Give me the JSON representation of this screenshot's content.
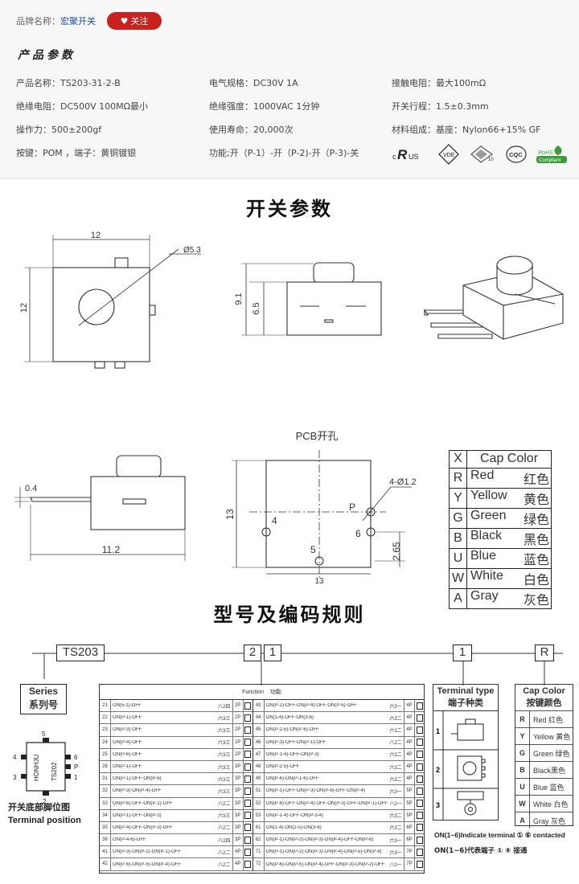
{
  "header": {
    "brand_label": "品牌名称：",
    "brand_name": "宏聚开关",
    "follow_label": "关注",
    "params_title": "产品参数"
  },
  "params": [
    {
      "key": "model",
      "text": "产品名称：TS203-31-2-B"
    },
    {
      "key": "rating",
      "text": "电气规格：DC30V  1A"
    },
    {
      "key": "contact_resistance",
      "text": "接触电阻：最大100mΩ"
    },
    {
      "key": "insulation",
      "text": "绝缘电阻：DC500V  100MΩ最小"
    },
    {
      "key": "dielectric",
      "text": "绝缘强度：1000VAC  1分钟"
    },
    {
      "key": "travel",
      "text": "开关行程：1.5±0.3mm"
    },
    {
      "key": "force",
      "text": "操作力：500±200gf"
    },
    {
      "key": "life",
      "text": "使用寿命：20,000次"
    },
    {
      "key": "material",
      "text": "材料组成：基座：Nylon66+15% GF"
    },
    {
      "key": "button",
      "text": "按键：POM   ，端子：黄铜镀银"
    },
    {
      "key": "function",
      "text": "功能;开（P-1）-开（P-2)-开（P-3)-关"
    }
  ],
  "certifications": [
    {
      "name": "ul-logo",
      "label": "cRUS"
    },
    {
      "name": "vde-logo",
      "label": "VDE"
    },
    {
      "name": "enec-logo",
      "label": "10"
    },
    {
      "name": "cqc-logo",
      "label": "CQC"
    },
    {
      "name": "rohs-logo",
      "label": "RoHS Compliant"
    }
  ],
  "section1_title": "开关参数",
  "drawing_top": {
    "width_dim": "12",
    "height_dim": "12",
    "button_dia": "Ø5.3"
  },
  "drawing_side": {
    "total_h": "9.1",
    "body_h": "6.5"
  },
  "drawing_side2": {
    "pin_thk": "0.4",
    "pin_len": "11.2"
  },
  "pcb": {
    "title": "PCB开孔",
    "hole_spec": "4-Ø1.2",
    "w": "13",
    "h": "13",
    "pitch": "2.65",
    "pins": [
      "4",
      "P",
      "6",
      "5"
    ]
  },
  "color_table": {
    "head_code": "X",
    "head_label": "Cap Color",
    "rows": [
      {
        "code": "R",
        "en": "Red",
        "cn": "红色"
      },
      {
        "code": "Y",
        "en": "Yellow",
        "cn": "黄色"
      },
      {
        "code": "G",
        "en": "Green",
        "cn": "绿色"
      },
      {
        "code": "B",
        "en": "Black",
        "cn": "黑色"
      },
      {
        "code": "U",
        "en": "Blue",
        "cn": "蓝色"
      },
      {
        "code": "W",
        "en": "White",
        "cn": "白色"
      },
      {
        "code": "A",
        "en": "Gray",
        "cn": "灰色"
      }
    ]
  },
  "section2_title": "型号及编码规则",
  "code": {
    "series": "TS203",
    "func_a": "2",
    "func_b": "1",
    "terminal": "1",
    "color": "R",
    "series_label": "Series",
    "series_label_cn": "系列号",
    "function_label": "Function",
    "function_label_cn": "功能",
    "terminal_label": "Terminal type",
    "terminal_label_cn": "端子种类",
    "color_label": "Cap Color",
    "color_label_cn": "按键颜色",
    "terminal_types": [
      "1",
      "2",
      "3"
    ],
    "footprint_label_cn": "开关底部脚位图",
    "footprint_label": "Terminal position",
    "footprint_text1": "HONHJU",
    "footprint_text2": "TS202",
    "footprint_pins": [
      "5",
      "4",
      "6",
      "3",
      "P",
      "1",
      "2"
    ],
    "note_en": "ON(1~6)Indicate terminal ① ⑥ contacted",
    "note_cn": "ON(1~6)代表端子 ① ⑥ 接通"
  },
  "functions_left": [
    {
      "no": "21",
      "fn": "ON(5-1)-OFF",
      "cn": "八2四",
      "pin": "2P"
    },
    {
      "no": "22",
      "fn": "ON(P-1)-OFF",
      "cn": "六3三",
      "pin": "2P"
    },
    {
      "no": "23",
      "fn": "ON(P-3)-OFF",
      "cn": "六3三",
      "pin": "2P"
    },
    {
      "no": "24",
      "fn": "ON(P-4)-OFF",
      "cn": "六3三",
      "pin": "2P"
    },
    {
      "no": "25",
      "fn": "ON(P-6)-OFF",
      "cn": "六3三",
      "pin": "2P"
    },
    {
      "no": "26",
      "fn": "ON(P-1)-OFF",
      "cn": "六3三",
      "pin": "3P"
    },
    {
      "no": "31",
      "fn": "ON(P-1)-OFF-ON(P-6)",
      "cn": "六3三",
      "pin": "3P"
    },
    {
      "no": "32",
      "fn": "ON(P-3)-ON(P-4)-OFF",
      "cn": "六3三",
      "pin": "3P"
    },
    {
      "no": "33",
      "fn": "ON(P-6)-OFF-ON(P-1)-OFF",
      "cn": "八2二",
      "pin": "3P"
    },
    {
      "no": "34",
      "fn": "ON(P-1)-OFF-ON(P-3)",
      "cn": "六3三",
      "pin": "3P"
    },
    {
      "no": "35",
      "fn": "ON(P-4)-OFF-ON(P-3)-OFF",
      "cn": "八2二",
      "pin": "3P"
    },
    {
      "no": "36",
      "fn": "ON(P-4-6)-OFF",
      "cn": "八2四",
      "pin": "3P"
    },
    {
      "no": "41",
      "fn": "ON(P-3)-ON(P-2)-ON(P-1)-OFF",
      "cn": "八2二",
      "pin": "4P"
    },
    {
      "no": "42",
      "fn": "ON(P-6)-ON(P-5)-ON(P-4)-OFF",
      "cn": "八2二",
      "pin": "4P"
    }
  ],
  "functions_right": [
    {
      "no": "43",
      "fn": "ON(P-2)-OFF-ON(P-4)-OFF-ON(P-6)-OFF",
      "cn": "六3一",
      "pin": "4P"
    },
    {
      "no": "44",
      "fn": "ON(1-4)-OFF-ON(3-6)",
      "cn": "六3二",
      "pin": "4P"
    },
    {
      "no": "45",
      "fn": "ON(P-2-5)-ON(P-6)-OFF",
      "cn": "六3二",
      "pin": "4P"
    },
    {
      "no": "46",
      "fn": "ON(P-3)-OFF-ON(P-1)-OFF",
      "cn": "八2二",
      "pin": "4P"
    },
    {
      "no": "47",
      "fn": "ON(P-1-4)-OFF-ON(P-3)",
      "cn": "六3二",
      "pin": "4P"
    },
    {
      "no": "48",
      "fn": "ON(P-2-5)-OFF",
      "cn": "六3二",
      "pin": "4P"
    },
    {
      "no": "49",
      "fn": "ON(P-6)-ON(P-1-6)-OFF",
      "cn": "六3二",
      "pin": "4P"
    },
    {
      "no": "51",
      "fn": "ON(P-1)-OFF-ON(P-3)-ON(P-6)-OFF-ON(P-4)",
      "cn": "六3一",
      "pin": "5P"
    },
    {
      "no": "52",
      "fn": "ON(P-6)-OFF-ON(P-4)-OFF-ON(P-3)-OFF-ON(P-1)-OFF",
      "cn": "八2一",
      "pin": "5P"
    },
    {
      "no": "53",
      "fn": "ON(P-1-4)-OFF-ON(P-3-4)",
      "cn": "六3二",
      "pin": "5P"
    },
    {
      "no": "61",
      "fn": "ON(1-4)-ON(2-5)-ON(3-6)",
      "cn": "六3二",
      "pin": "6P"
    },
    {
      "no": "62",
      "fn": "ON(P-1)-ON(P-2)-ON(P-3)-ON(P-4)-OFF-ON(P-6)",
      "cn": "六3一",
      "pin": "6P"
    },
    {
      "no": "71",
      "fn": "ON(P-1)-ON(P-2)-ON(P-3)-ON(P-4)-ON(P-5)-ON(P-6)",
      "cn": "六3一",
      "pin": "7P"
    },
    {
      "no": "72",
      "fn": "ON(P-6)-ON(P-5)-ON(P-4)-OFF-ON(P-3)-ON(P-2)-OFF",
      "cn": "八2一",
      "pin": "7P"
    }
  ]
}
